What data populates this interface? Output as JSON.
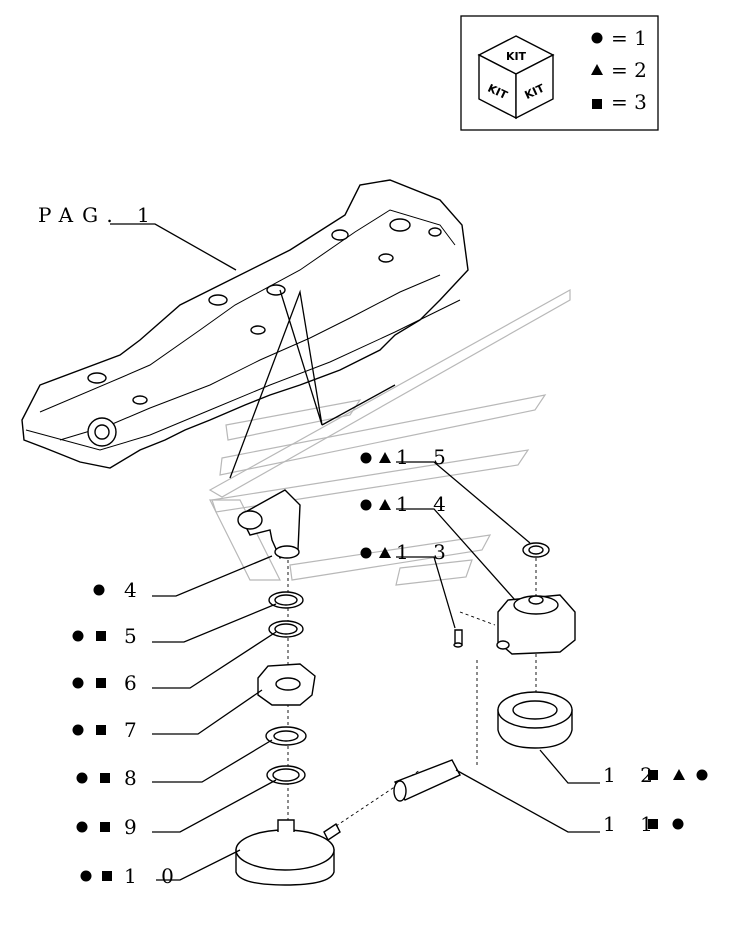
{
  "legend": {
    "cube_faces": [
      "KIT",
      "KIT",
      "KIT"
    ],
    "items": [
      {
        "symbol": "circle",
        "value": "1"
      },
      {
        "symbol": "triangle",
        "value": "2"
      },
      {
        "symbol": "square",
        "value": "3"
      }
    ]
  },
  "reference": "PAG. 1",
  "callouts": [
    {
      "id": "15",
      "text": "1 5",
      "symbols": [
        "circle",
        "triangle"
      ]
    },
    {
      "id": "14",
      "text": "1 4",
      "symbols": [
        "circle",
        "triangle"
      ]
    },
    {
      "id": "13",
      "text": "1 3",
      "symbols": [
        "circle",
        "triangle"
      ]
    },
    {
      "id": "4",
      "text": "4",
      "symbols": [
        "circle"
      ]
    },
    {
      "id": "5",
      "text": "5",
      "symbols": [
        "circle",
        "square"
      ]
    },
    {
      "id": "6",
      "text": "6",
      "symbols": [
        "circle",
        "square"
      ]
    },
    {
      "id": "7",
      "text": "7",
      "symbols": [
        "circle",
        "square"
      ]
    },
    {
      "id": "8",
      "text": "8",
      "symbols": [
        "circle",
        "square"
      ]
    },
    {
      "id": "9",
      "text": "9",
      "symbols": [
        "circle",
        "square"
      ]
    },
    {
      "id": "10",
      "text": "1 0",
      "symbols": [
        "circle",
        "square"
      ]
    },
    {
      "id": "12",
      "text": "1 2",
      "symbols": [
        "square",
        "triangle",
        "circle"
      ]
    },
    {
      "id": "11",
      "text": "1 1",
      "symbols": [
        "square",
        "circle"
      ]
    }
  ]
}
